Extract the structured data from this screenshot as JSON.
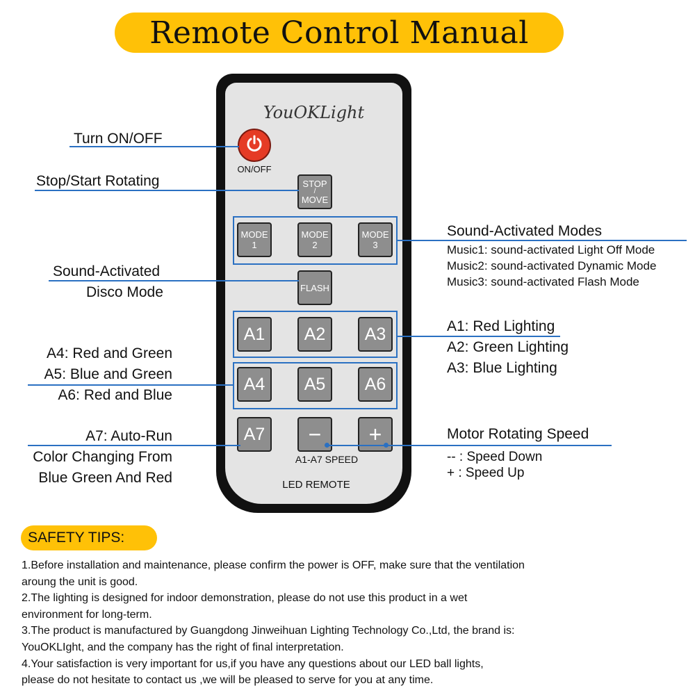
{
  "title": "Remote Control Manual",
  "remote": {
    "brand": "YouOKLight",
    "power_caption": "ON/OFF",
    "stop_move": [
      "STOP",
      "/",
      "MOVE"
    ],
    "modes": [
      {
        "line1": "MODE",
        "line2": "1"
      },
      {
        "line1": "MODE",
        "line2": "2"
      },
      {
        "line1": "MODE",
        "line2": "3"
      }
    ],
    "flash": "FLASH",
    "row_a": [
      "A1",
      "A2",
      "A3"
    ],
    "row_b": [
      "A4",
      "A5",
      "A6"
    ],
    "a7": "A7",
    "minus": "−",
    "plus": "+",
    "speed_caption": "A1-A7 SPEED",
    "led_caption": "LED REMOTE"
  },
  "colors": {
    "banner": "#ffc107",
    "power_button": "#e53b25",
    "callout_line": "#2a70c2",
    "key_gray": "#8e8e8e"
  },
  "icons": {
    "power": "power-icon"
  },
  "callouts_left": {
    "turn_on_off": "Turn ON/OFF",
    "stop_start": "Stop/Start Rotating",
    "disco_1": "Sound-Activated",
    "disco_2": "Disco Mode",
    "a4": "A4: Red and Green",
    "a5": "A5: Blue and Green",
    "a6": "A6: Red and Blue",
    "a7_1": "A7: Auto-Run",
    "a7_2": "Color Changing From",
    "a7_3": "Blue Green And Red"
  },
  "callouts_right": {
    "sound_title": "Sound-Activated Modes",
    "music1": "Music1: sound-activated Light Off Mode",
    "music2": "Music2: sound-activated Dynamic Mode",
    "music3": "Music3: sound-activated Flash Mode",
    "a1": "A1: Red Lighting",
    "a2": "A2: Green Lighting",
    "a3": "A3: Blue Lighting",
    "motor_title": "Motor Rotating Speed",
    "speed_down": "-- : Speed Down",
    "speed_up": "+ : Speed Up"
  },
  "safety": {
    "heading": "SAFETY TIPS:",
    "lines": [
      "1.Before installation and maintenance, please confirm the power is OFF, make sure that the ventilation",
      "aroung the unit is good.",
      "2.The lighting is designed for indoor demonstration, please do not use this product in a wet",
      "environment for long-term.",
      "3.The product is manufactured by Guangdong Jinweihuan Lighting Technology Co.,Ltd, the brand is:",
      "YouOKLIght, and the company has the right of final interpretation.",
      "4.Your satisfaction is very important for us,if you have any questions about our LED ball lights,",
      "please do not hesitate to contact us ,we will be pleased to serve for you at any time."
    ]
  }
}
